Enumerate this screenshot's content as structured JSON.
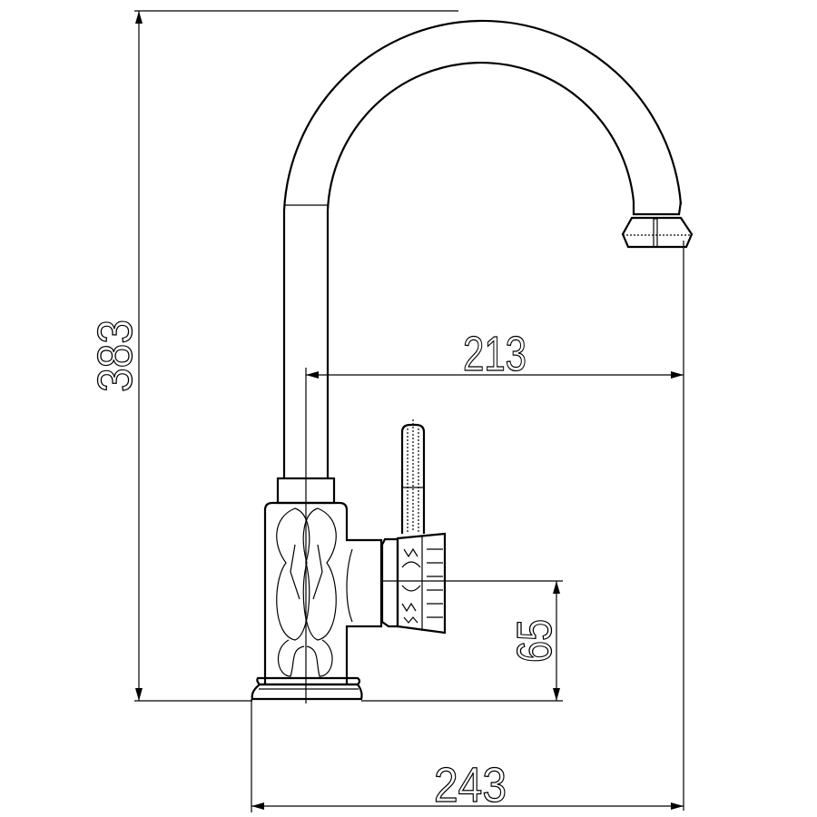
{
  "drawing": {
    "subject": "faucet",
    "dimensions": {
      "height": "383",
      "spout_reach": "213",
      "overall_width": "243",
      "handle_height": "65"
    }
  }
}
